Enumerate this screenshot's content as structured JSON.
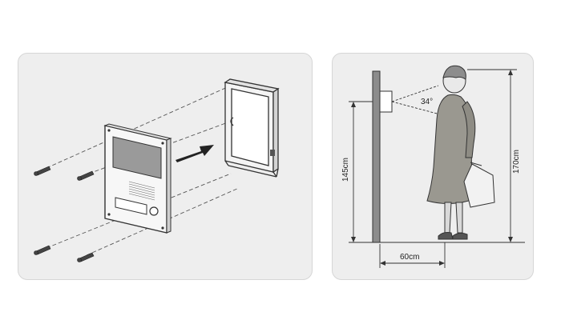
{
  "figure_left": {
    "parts": [
      "front-panel",
      "mounting-box",
      "screws",
      "arrow"
    ]
  },
  "figure_right": {
    "angle_label": "34°",
    "camera_height_label": "145cm",
    "person_height_label": "170cm",
    "distance_label": "60cm"
  },
  "colors": {
    "panel_bg": "#eeeeee",
    "line": "#333333",
    "coat": "#9a9890"
  }
}
